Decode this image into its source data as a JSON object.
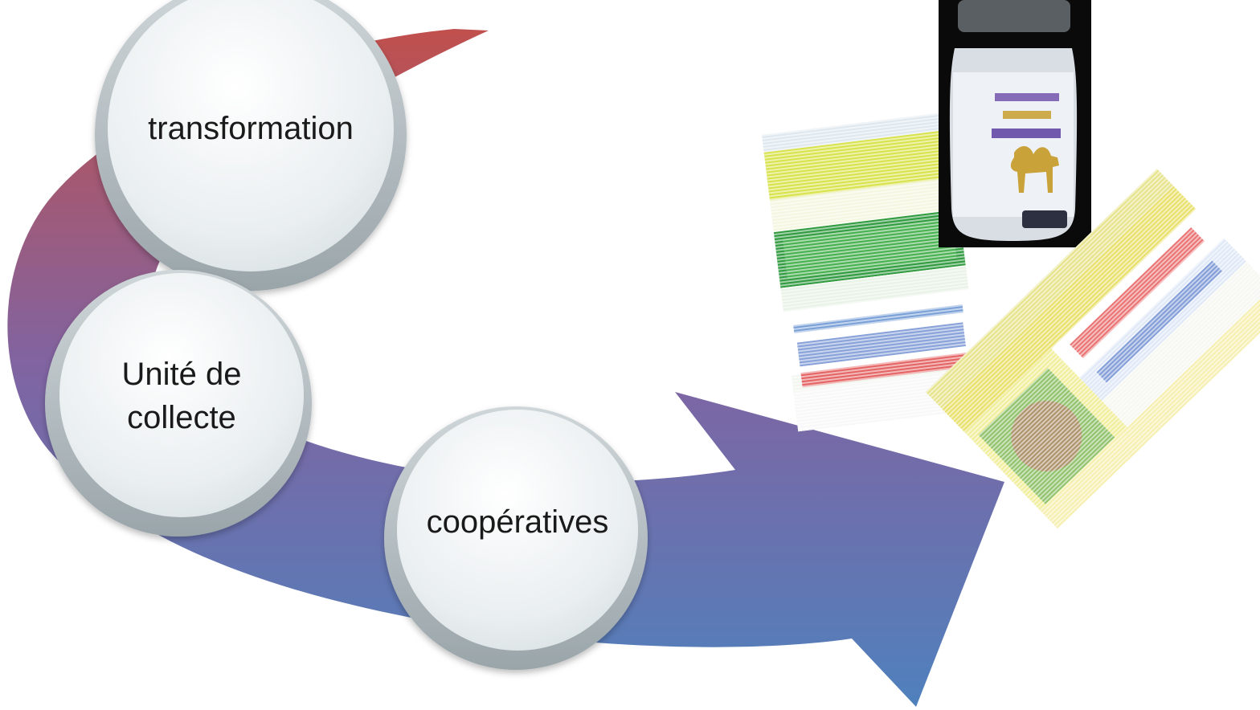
{
  "diagram": {
    "colors": {
      "arrow_top": "#c0504d",
      "arrow_mid": "#8064a2",
      "arrow_bottom": "#4f81bd",
      "circle_rim": "#b6bfc4",
      "circle_face": "#eef2f3"
    },
    "nodes": [
      {
        "id": "transformation",
        "label": "transformation"
      },
      {
        "id": "unite-de-collecte",
        "label": "Unité de\ncollecte"
      },
      {
        "id": "cooperatives",
        "label": "coopératives"
      }
    ],
    "photos": [
      {
        "id": "cow-milk-carton",
        "description_icon": "milk-carton-icon"
      },
      {
        "id": "camel-milk-bottle",
        "description_icon": "milk-bottle-icon"
      },
      {
        "id": "camel-milk-carton",
        "description_icon": "milk-carton-icon"
      }
    ]
  }
}
